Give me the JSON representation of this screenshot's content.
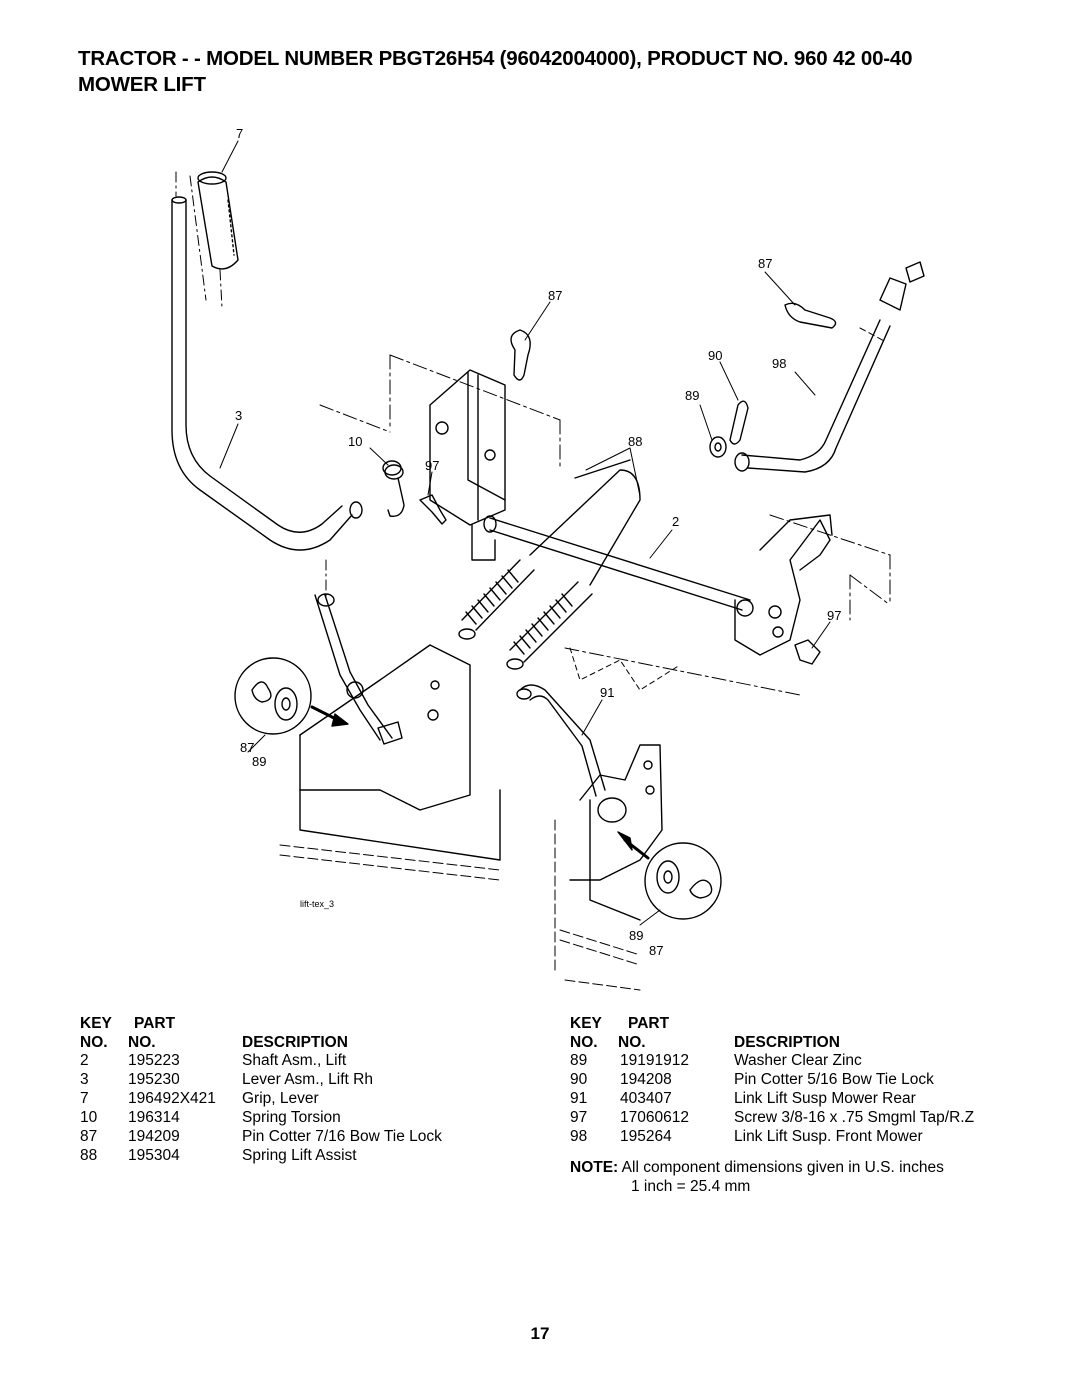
{
  "header": {
    "title_line1": "TRACTOR - - MODEL NUMBER PBGT26H54 (96042004000), PRODUCT NO. 960 42 00-40",
    "title_line2": "MOWER LIFT"
  },
  "diagram": {
    "image_label": "lift-tex_3",
    "callouts": [
      "7",
      "87",
      "87",
      "90",
      "98",
      "89",
      "3",
      "10",
      "97",
      "88",
      "2",
      "97",
      "91",
      "87",
      "89",
      "89",
      "87"
    ]
  },
  "table_headers": {
    "key": "KEY",
    "part": "PART",
    "no": "NO.",
    "no2": "NO.",
    "description": "DESCRIPTION"
  },
  "parts_left": [
    {
      "key": "2",
      "part": "195223",
      "description": "Shaft Asm., Lift"
    },
    {
      "key": "3",
      "part": "195230",
      "description": "Lever Asm., Lift Rh"
    },
    {
      "key": "7",
      "part": "196492X421",
      "description": "Grip, Lever"
    },
    {
      "key": "10",
      "part": "196314",
      "description": "Spring  Torsion"
    },
    {
      "key": "87",
      "part": "194209",
      "description": "Pin Cotter 7/16 Bow Tie Lock"
    },
    {
      "key": "88",
      "part": "195304",
      "description": "Spring Lift Assist"
    }
  ],
  "parts_right": [
    {
      "key": "89",
      "part": "19191912",
      "description": "Washer Clear Zinc"
    },
    {
      "key": "90",
      "part": "194208",
      "description": "Pin Cotter 5/16 Bow Tie Lock"
    },
    {
      "key": "91",
      "part": "403407",
      "description": "Link Lift Susp Mower Rear"
    },
    {
      "key": "97",
      "part": "17060612",
      "description": "Screw 3/8-16 x .75 Smgml Tap/R.Z"
    },
    {
      "key": "98",
      "part": "195264",
      "description": "Link Lift Susp. Front Mower"
    }
  ],
  "note": {
    "label": "NOTE:",
    "text": "All component dimensions given in U.S. inches",
    "line2": "1 inch = 25.4 mm"
  },
  "page_number": "17"
}
